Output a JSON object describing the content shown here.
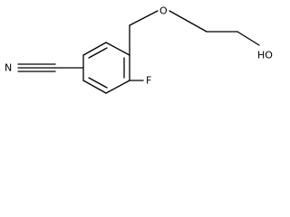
{
  "structure": {
    "atoms": {
      "nitrogen": "N",
      "fluorine": "F",
      "oxygen": "O",
      "hydroxyl": "HO"
    }
  }
}
